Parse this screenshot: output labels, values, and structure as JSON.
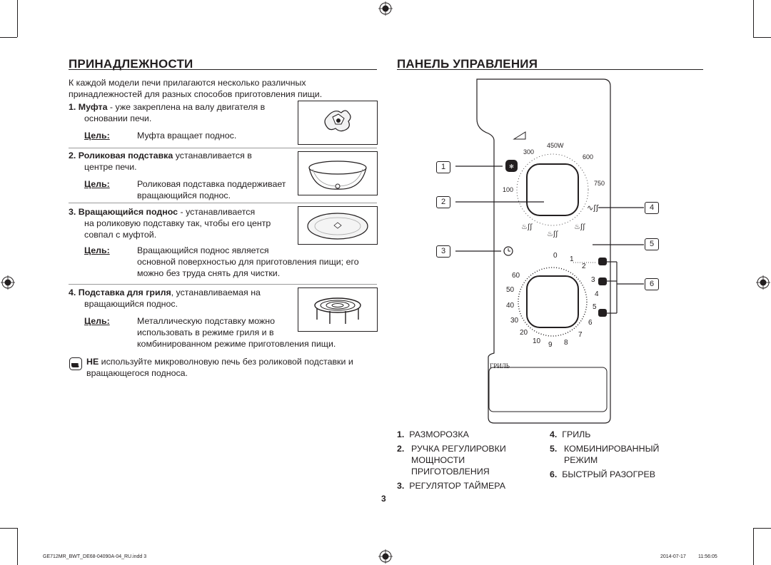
{
  "left": {
    "title": "ПРИНАДЛЕЖНОСТИ",
    "intro": [
      "К каждой модели печи прилагаются несколько различных",
      "принадлежностей для разных способов приготовления пищи."
    ],
    "items": [
      {
        "num": "1.",
        "name": "Муфта",
        "text_a": " - уже закреплена на валу двигателя в",
        "text_b": "основании печи.",
        "goal_label": "Цель:",
        "goal": [
          "Муфта вращает поднос."
        ]
      },
      {
        "num": "2.",
        "name": "Роликовая подставка",
        "text_a": " устанавливается в",
        "text_b": "центре печи.",
        "goal_label": "Цель:",
        "goal": [
          "Роликовая подставка поддерживает",
          "вращающийся поднос."
        ]
      },
      {
        "num": "3.",
        "name": "Вращающийся поднос",
        "text_a": " - устанавливается",
        "text_b": "на роликовую подставку так, чтобы его центр",
        "text_c": "совпал с муфтой.",
        "goal_label": "Цель:",
        "goal": [
          "Вращающийся поднос является",
          "основной поверхностью для приготовления пищи; его",
          "можно без труда снять для чистки."
        ]
      },
      {
        "num": "4.",
        "name": "Подставка для гриля",
        "text_a": ", устанавливаемая на",
        "text_b": "вращающийся поднос.",
        "goal_label": "Цель:",
        "goal": [
          "Металлическую подставку можно",
          "использовать в режиме гриля и в",
          "комбинированном режиме приготовления пищи."
        ]
      }
    ],
    "note_bold": "НЕ",
    "note_a": " используйте микроволновую печь без роликовой подставки и",
    "note_b": "вращающегося подноса."
  },
  "right": {
    "title": "ПАНЕЛЬ УПРАВЛЕНИЯ",
    "callouts": [
      "1",
      "2",
      "3",
      "4",
      "5",
      "6"
    ],
    "power_labels": {
      "p300": "300",
      "p450": "450W",
      "p600": "600",
      "p750": "750",
      "p100": "100"
    },
    "timer_labels": {
      "t0": "0",
      "t1": "1",
      "t2": "2",
      "t3": "3",
      "t4": "4",
      "t5": "5",
      "t6": "6",
      "t7": "7",
      "t8": "8",
      "t9": "9",
      "t10": "10",
      "t20": "20",
      "t30": "30",
      "t40": "40",
      "t50": "50",
      "t60": "60"
    },
    "grill_label": "ГРИЛЬ",
    "legend": {
      "l1_num": "1.",
      "l1": "РАЗМОРОЗКА",
      "l2_num": "2.",
      "l2": [
        "РУЧКА РЕГУЛИРОВКИ",
        "МОЩНОСТИ",
        "ПРИГОТОВЛЕНИЯ"
      ],
      "l3_num": "3.",
      "l3": "РЕГУЛЯТОР ТАЙМЕРА",
      "l4_num": "4.",
      "l4": "ГРИЛЬ",
      "l5_num": "5.",
      "l5": [
        "КОМБИНИРОВАННЫЙ",
        "РЕЖИМ"
      ],
      "l6_num": "6.",
      "l6": "БЫСТРЫЙ РАЗОГРЕВ"
    }
  },
  "page_number": "3",
  "footer": {
    "file": "GE712MR_BWT_DE68-04090A-04_RU.indd   3",
    "date": "2014-07-17",
    "time": "11:56:05"
  }
}
